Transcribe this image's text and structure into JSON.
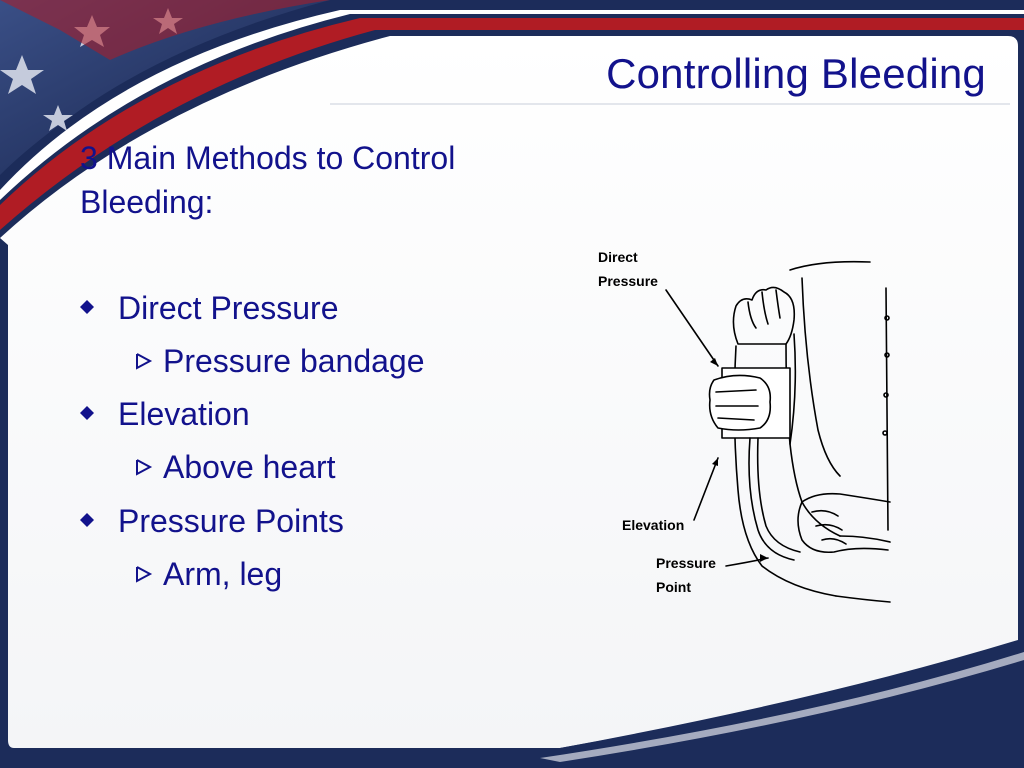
{
  "slide": {
    "title": "Controlling Bleeding",
    "intro": "3 Main Methods to Control Bleeding:",
    "bullets": [
      {
        "label": "Direct Pressure",
        "sub": "Pressure bandage"
      },
      {
        "label": "Elevation",
        "sub": "Above heart"
      },
      {
        "label": "Pressure Points",
        "sub": "Arm, leg"
      }
    ]
  },
  "diagram": {
    "labels": {
      "direct_line1": "Direct",
      "direct_line2": "Pressure",
      "elevation": "Elevation",
      "point_line1": "Pressure",
      "point_line2": "Point"
    }
  },
  "colors": {
    "text": "#12128c",
    "frame_navy": "#1c2c5a",
    "flag_red": "#b01c24",
    "background": "#ffffff"
  },
  "icons": [
    "diamond-bullet-icon",
    "arrow-bullet-icon",
    "flag-stars-icon"
  ]
}
